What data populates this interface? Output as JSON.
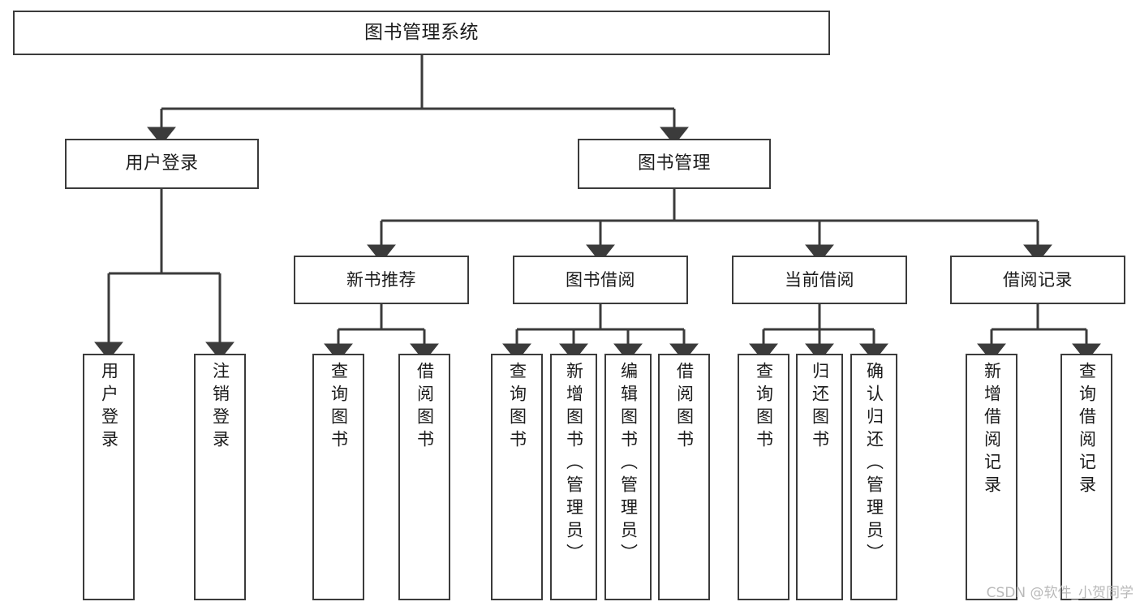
{
  "diagram": {
    "type": "tree-hierarchy",
    "title": "图书管理系统",
    "watermark": "CSDN @软件_小贺同学",
    "colors": {
      "background": "#ffffff",
      "box_fill": "#ffffff",
      "box_border": "#3b3b3b",
      "connector": "#3b3b3b",
      "text": "#1b1b1b",
      "watermark": "#b9b9b9"
    },
    "root": {
      "label": "图书管理系统"
    },
    "level2": [
      {
        "label": "用户登录"
      },
      {
        "label": "图书管理"
      }
    ],
    "level3": [
      {
        "label": "新书推荐"
      },
      {
        "label": "图书借阅"
      },
      {
        "label": "当前借阅"
      },
      {
        "label": "借阅记录"
      }
    ],
    "leaves": {
      "user_login": [
        {
          "label": "用户登录"
        },
        {
          "label": "注销登录"
        }
      ],
      "new_book_recommend": [
        {
          "label": "查询图书"
        },
        {
          "label": "借阅图书"
        }
      ],
      "book_borrow": [
        {
          "label": "查询图书"
        },
        {
          "label": "新增图书（管理员）"
        },
        {
          "label": "编辑图书（管理员）"
        },
        {
          "label": "借阅图书"
        }
      ],
      "current_borrow": [
        {
          "label": "查询图书"
        },
        {
          "label": "归还图书"
        },
        {
          "label": "确认归还（管理员）"
        }
      ],
      "borrow_record": [
        {
          "label": "新增借阅记录"
        },
        {
          "label": "查询借阅记录"
        }
      ]
    }
  }
}
